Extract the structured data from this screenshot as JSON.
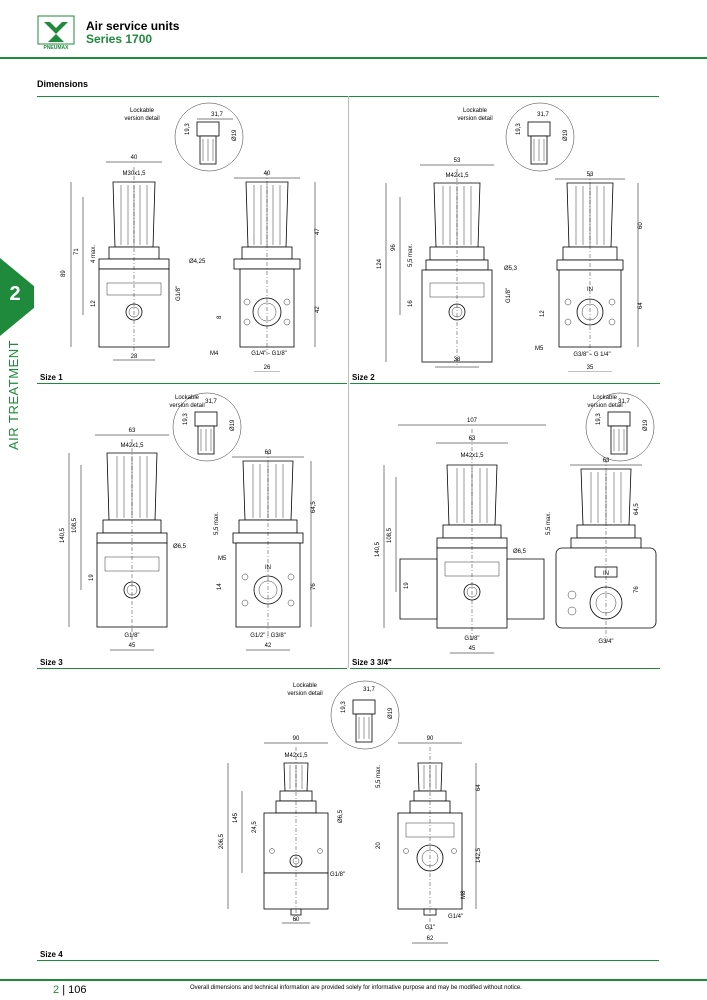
{
  "header": {
    "title": "Air service units",
    "series": "Series 1700",
    "logo_text": "PNEUMAX"
  },
  "section_title": "Dimensions",
  "side_tab": {
    "number": "2",
    "label": "AIR TREATMENT"
  },
  "colors": {
    "accent": "#1f8a3b"
  },
  "lock_detail": {
    "label_line1": "Lockable",
    "label_line2": "version detail"
  },
  "panels": [
    {
      "size": "Size 1",
      "lock": {
        "w": "31,7",
        "h": "19,3",
        "d": "Ø19"
      },
      "front": {
        "width": "40",
        "thread": "M30x1,5",
        "h1": "89",
        "h2": "71",
        "h3": "4 max.",
        "h4": "12",
        "port": "G1/8\"",
        "hole": "Ø4,25",
        "base": "28"
      },
      "side": {
        "width": "40",
        "h1": "47",
        "h2": "42",
        "screw": "M4",
        "gap": "8",
        "ports": "G1/4\" - G1/8\"",
        "base": "26",
        "in": ""
      }
    },
    {
      "size": "Size 2",
      "lock": {
        "w": "31,7",
        "h": "19,3",
        "d": "Ø19"
      },
      "front": {
        "width": "53",
        "thread": "M42x1,5",
        "h1": "124",
        "h2": "96",
        "h3": "5,5 max.",
        "h4": "16",
        "port": "G1/8\"",
        "hole": "Ø5,3",
        "base": "38"
      },
      "side": {
        "width": "53",
        "h1": "60",
        "h2": "64",
        "screw": "M5",
        "gap": "12",
        "ports": "G3/8\" - G 1/4\"",
        "base": "35",
        "in": "IN"
      }
    },
    {
      "size": "Size 3",
      "lock": {
        "w": "31,7",
        "h": "19,3",
        "d": "Ø19"
      },
      "front": {
        "width": "63",
        "thread": "M42x1,5",
        "h1": "140,5",
        "h2": "108,5",
        "h3": "5,5 max.",
        "h4": "19",
        "port": "G1/8\"",
        "hole": "Ø6,5",
        "base": "45"
      },
      "side": {
        "width": "63",
        "h1": "64,5",
        "h2": "76",
        "screw": "M5",
        "gap": "14",
        "ports": "G1/2\" - G3/8\"",
        "base": "42",
        "in": "IN"
      }
    },
    {
      "size": "Size 3 3/4\"",
      "lock": {
        "w": "31,7",
        "h": "19,3",
        "d": "Ø19"
      },
      "front": {
        "width": "63",
        "overall": "107",
        "thread": "M42x1,5",
        "h1": "140,5",
        "h2": "108,5",
        "h3": "5,5 max.",
        "h4": "19",
        "port": "G1/8\"",
        "hole": "Ø6,5",
        "base": "45"
      },
      "side": {
        "width": "63",
        "h1": "64,5",
        "h2": "76",
        "ports": "G3/4\"",
        "in": "IN"
      }
    }
  ],
  "size4": {
    "size": "Size 4",
    "lock": {
      "w": "31,7",
      "h": "19,3",
      "d": "Ø19"
    },
    "front": {
      "width": "90",
      "thread": "M42x1,5",
      "h1": "206,5",
      "h2": "145",
      "h3": "24,5",
      "hole": "Ø6,5",
      "port": "G1/8\"",
      "base": "60"
    },
    "side": {
      "width": "90",
      "h1": "5,5 max.",
      "h2": "64",
      "h3": "20",
      "h4": "142,5",
      "screw": "M8",
      "port1": "G1/4\"",
      "port2": "G1\"",
      "base": "62"
    }
  },
  "footer": {
    "page_section": "2",
    "page_number": "106",
    "disclaimer": "Overall dimensions and technical information are provided solely for informative purpose and may be modified without notice."
  }
}
